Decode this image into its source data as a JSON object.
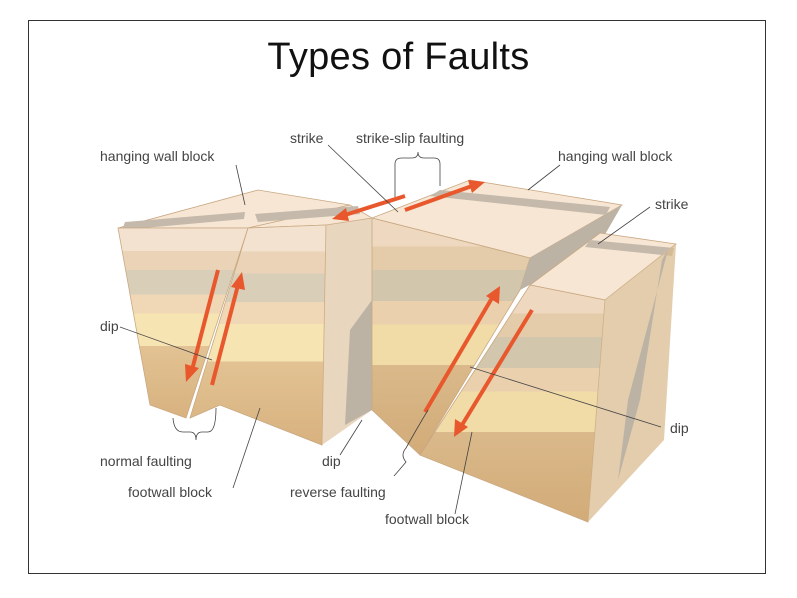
{
  "title": "Types of Faults",
  "labels": {
    "hanging_wall_left": "hanging wall block",
    "strike_top": "strike",
    "strike_slip": "strike-slip faulting",
    "hanging_wall_right": "hanging wall block",
    "strike_right": "strike",
    "dip_left": "dip",
    "normal_faulting": "normal faulting",
    "footwall_left": "footwall block",
    "dip_center": "dip",
    "reverse_faulting": "reverse faulting",
    "footwall_right": "footwall block",
    "dip_right": "dip"
  },
  "colors": {
    "arrow": "#e8582c",
    "fault_plane": "#bdb3a5",
    "layer_light": "#f1dcc4",
    "layer_mid": "#e9cfae",
    "layer_gray": "#d7ccb6",
    "layer_yellow": "#f5e1ad",
    "layer_dark": "#ddb788"
  }
}
